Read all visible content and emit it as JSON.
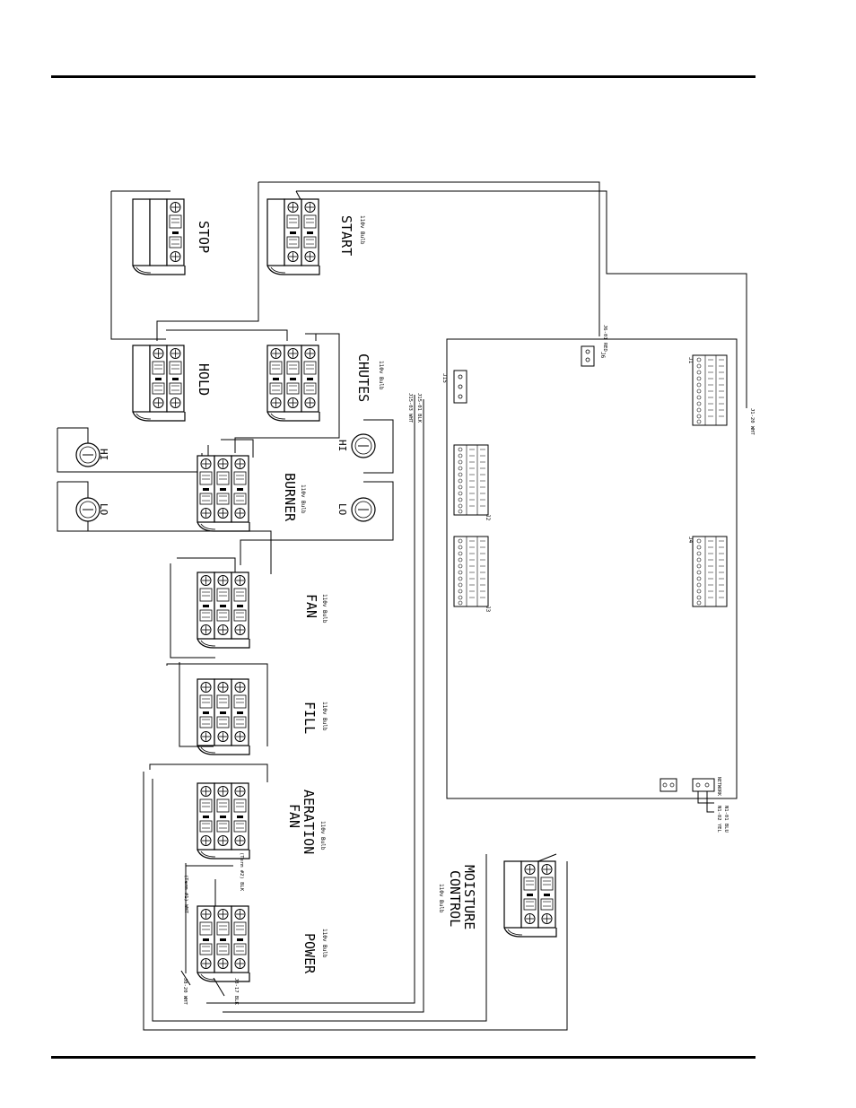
{
  "labels": {
    "stop": "STOP",
    "start": "START",
    "hold": "HOLD",
    "chutes": "CHUTES",
    "burner": "BURNER",
    "fan": "FAN",
    "fill": "FILL",
    "aeration": "AERATION",
    "aeration_fan": "FAN",
    "power": "POWER",
    "moisture": "MOISTURE",
    "control": "CONTROL",
    "hi": "HI",
    "lo": "LO"
  },
  "bulb_label": "110v Bulb",
  "wire_labels": {
    "j6_red": "J6-01 RED",
    "j1_wht": "J1-20 WHT",
    "j15_blk": "J15-01 BLK",
    "j15_wht": "J15-03 WHT",
    "n1_yel": "N1-02 YEL",
    "n1_blu": "N1-01 BLU",
    "term_wht": "(Term #1) WHT",
    "term_blk": "(Term #2) BLK",
    "j8_wht": "J8-20 WHT",
    "j8_blk": "J8-17 BLK"
  },
  "connector_labels": {
    "j15": "J15",
    "j6": "J6",
    "j1": "J1",
    "j2": "J2",
    "j3": "J3",
    "j4": "J4",
    "network": "NETWORK"
  }
}
